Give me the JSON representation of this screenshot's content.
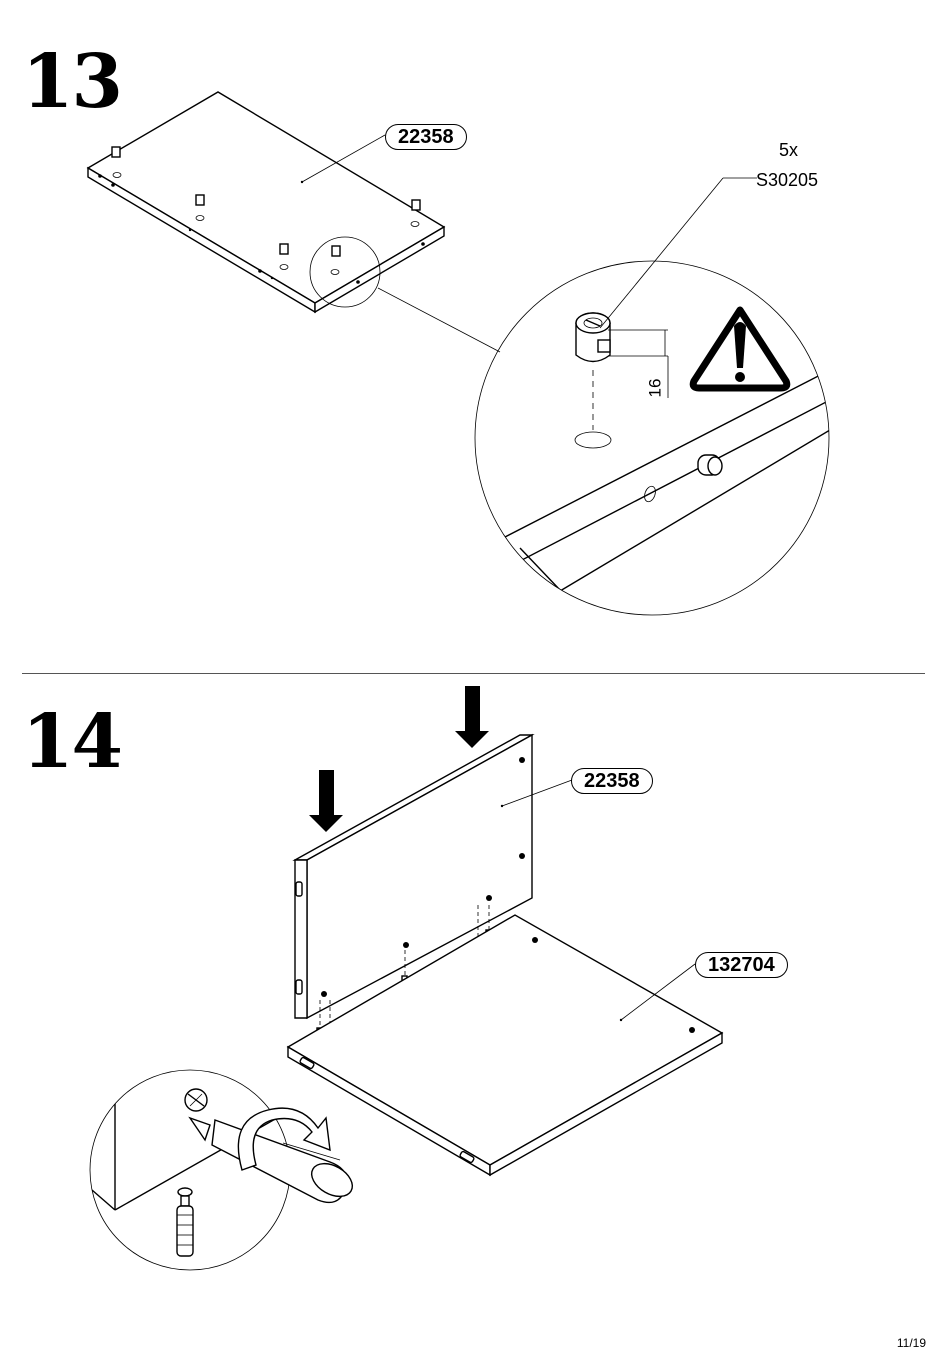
{
  "steps": [
    {
      "number": "13",
      "part_label": "22358",
      "hardware_quantity": "5x",
      "hardware_code": "S30205",
      "dimension": "16"
    },
    {
      "number": "14",
      "part_label_upper": "22358",
      "part_label_lower": "132704"
    }
  ],
  "footer": {
    "page": "11/19"
  },
  "icons": {
    "warning": "warning-triangle-icon",
    "arrow": "down-arrow-icon",
    "screwdriver": "screwdriver-icon"
  }
}
